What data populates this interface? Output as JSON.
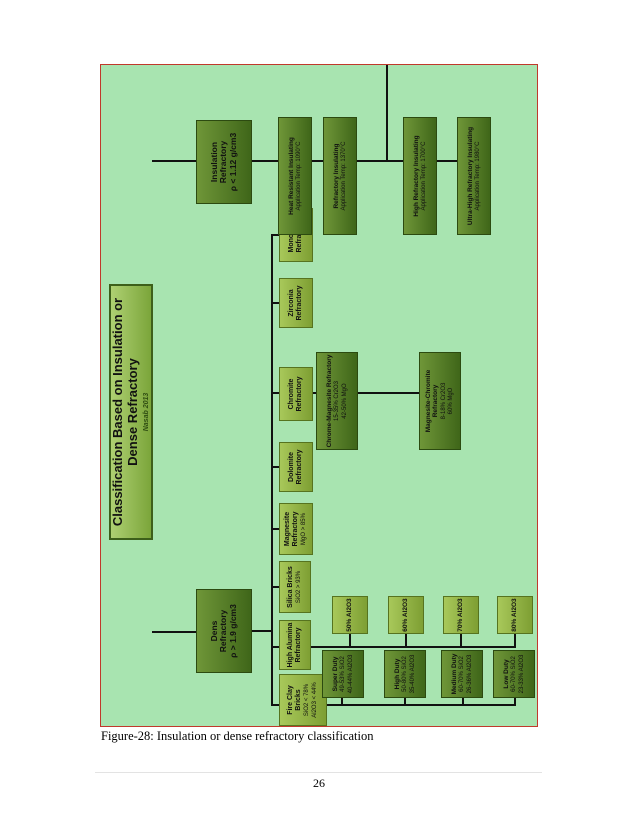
{
  "diagram": {
    "title": "Classification Based on Insulation or Dense Refractory",
    "author": "Nasab 2013",
    "dense": {
      "line1": "Dens",
      "line2": "Refractory",
      "line3": "ρ > 1.9 g/cm3"
    },
    "insulation": {
      "line1": "Insulation",
      "line2": "Refractory",
      "line3": "ρ < 1.12 g/cm3"
    },
    "dense_types": [
      {
        "name": "Fire Clay Bricks",
        "detail1": "SiO2 < 78%",
        "detail2": "Al2O3 < 44%"
      },
      {
        "name": "High Alumina Refractory",
        "detail1": "",
        "detail2": ""
      },
      {
        "name": "Silica Bricks",
        "detail1": "SiO2 > 93%",
        "detail2": ""
      },
      {
        "name": "Magnesite Refractory",
        "detail1": "MgO > 85%",
        "detail2": ""
      },
      {
        "name": "Dolomite Refractory",
        "detail1": "",
        "detail2": ""
      },
      {
        "name": "Chromite Refractory",
        "detail1": "",
        "detail2": ""
      },
      {
        "name": "Zirconia Refractory",
        "detail1": "",
        "detail2": ""
      },
      {
        "name": "Monolithic Refractory",
        "detail1": "",
        "detail2": ""
      }
    ],
    "fire_clay_grades": [
      {
        "name": "Super Duty",
        "detail1": "49-53% SiO2",
        "detail2": "40-44% Al2O3"
      },
      {
        "name": "High Duty",
        "detail1": "50-80% SiO2",
        "detail2": "35-40% Al2O3"
      },
      {
        "name": "Medium Duty",
        "detail1": "60-70% SiO2",
        "detail2": "26-36% Al2O3"
      },
      {
        "name": "Low Duty",
        "detail1": "60-70% SiO2",
        "detail2": "23-33% Al2O3"
      }
    ],
    "high_alumina_grades": [
      "50% Al2O3",
      "60% Al2O3",
      "70% Al2O3",
      "80% Al2O3"
    ],
    "chromite_types": [
      {
        "name": "Chrome-Magnesite Refractory",
        "detail1": "15-35% Cr2O3",
        "detail2": "42-50% MgO"
      },
      {
        "name": "Magnesite-Chromite Refractory",
        "detail1": "8-18% Cr2O3",
        "detail2": "60% MgO"
      }
    ],
    "insulating_types": [
      {
        "name": "Heat Resistant Insulating",
        "detail": "Application Temp: 1090°C"
      },
      {
        "name": "Refractory Insulating",
        "detail": "Application Temp: 1370°C"
      },
      {
        "name": "High Refractory Insulating",
        "detail": "Application Temp: 1700°C"
      },
      {
        "name": "Ultra-High Refractory Insulating",
        "detail": "Application Temp: 1980°C"
      }
    ]
  },
  "caption": "Figure-28: Insulation or dense refractory classification",
  "page_number": "26"
}
